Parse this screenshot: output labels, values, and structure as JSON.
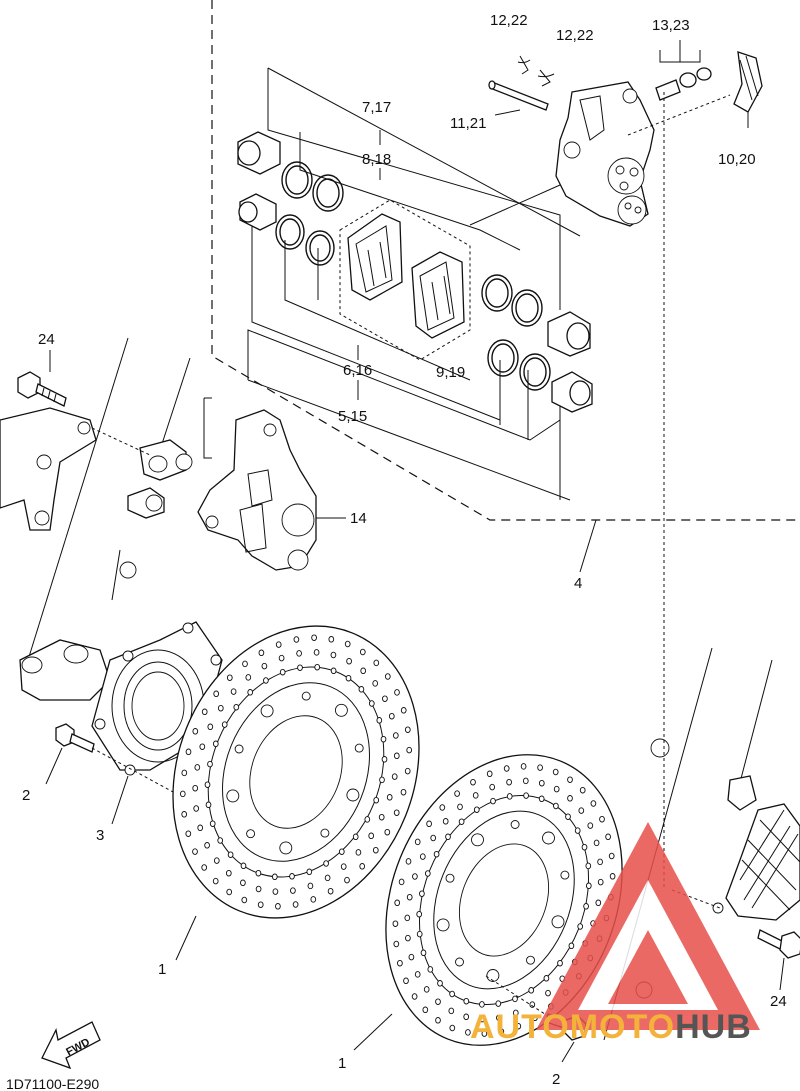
{
  "callouts": {
    "c_12_22_a": "12,22",
    "c_12_22_b": "12,22",
    "c_13_23": "13,23",
    "c_11_21": "11,21",
    "c_10_20": "10,20",
    "c_7_17": "7,17",
    "c_8_18": "8,18",
    "c_6_16": "6,16",
    "c_9_19": "9,19",
    "c_5_15": "5,15",
    "c_24_left": "24",
    "c_24_right": "24",
    "c_14": "14",
    "c_4": "4",
    "c_2_left": "2",
    "c_3": "3",
    "c_1_left": "1",
    "c_1_right": "1",
    "c_2_right": "2"
  },
  "diagram_code": "1D71100-E290",
  "fwd_label": "FWD",
  "watermark": {
    "part1": "AUTO",
    "part2": "MOTO",
    "part3": "HUB",
    "color_red": "#e8504a",
    "color_orange": "#f3b23a",
    "color_gray": "#555555"
  }
}
